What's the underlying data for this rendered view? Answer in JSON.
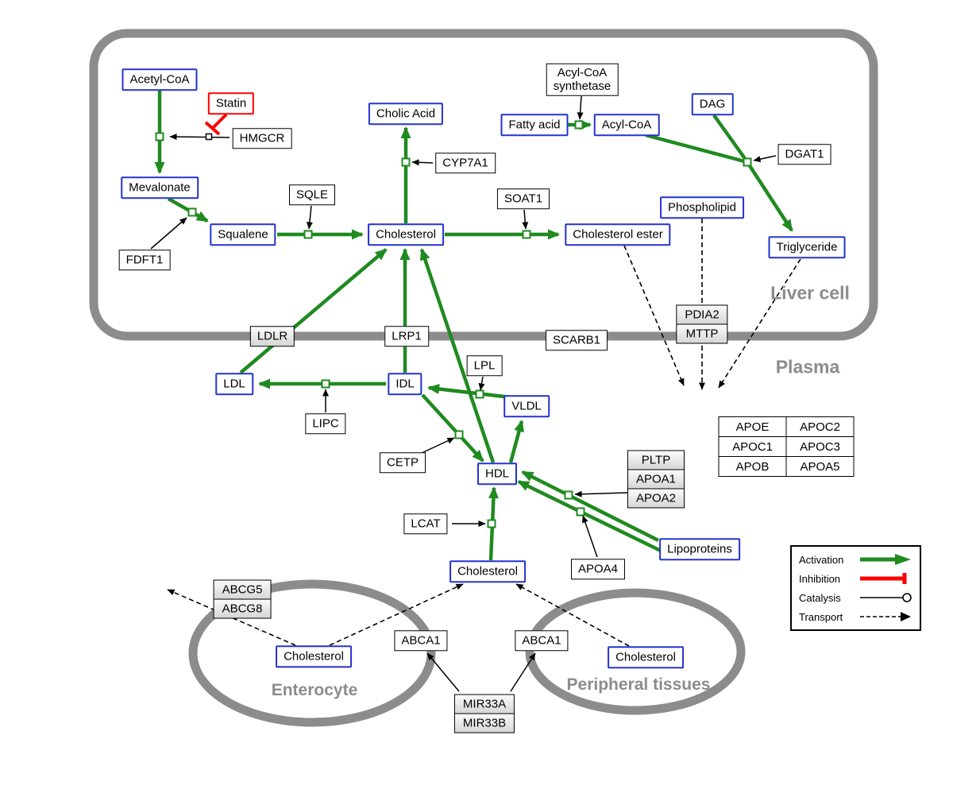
{
  "compartments": {
    "liver_cell": "Liver cell",
    "plasma": "Plasma",
    "enterocyte": "Enterocyte",
    "peripheral_tissues": "Peripheral tissues"
  },
  "metabolites": {
    "acetyl_coa": "Acetyl-CoA",
    "mevalonate": "Mevalonate",
    "squalene": "Squalene",
    "cholesterol_liver": "Cholesterol",
    "cholic_acid": "Cholic Acid",
    "fatty_acid": "Fatty acid",
    "acyl_coa": "Acyl-CoA",
    "dag": "DAG",
    "phospholipid": "Phospholipid",
    "cholesterol_ester": "Cholesterol ester",
    "triglyceride": "Triglyceride",
    "ldl": "LDL",
    "idl": "IDL",
    "vldl": "VLDL",
    "hdl": "HDL",
    "cholesterol_plasma": "Cholesterol",
    "lipoproteins": "Lipoproteins",
    "cholesterol_enterocyte": "Cholesterol",
    "cholesterol_peripheral": "Cholesterol"
  },
  "drugs": {
    "statin": "Statin"
  },
  "enzymes": {
    "hmgcr": "HMGCR",
    "fdft1": "FDFT1",
    "sqle": "SQLE",
    "cyp7a1": "CYP7A1",
    "soat1": "SOAT1",
    "acyl_coa_synthetase": {
      "line1": "Acyl-CoA",
      "line2": "synthetase"
    },
    "dgat1": "DGAT1",
    "pdia2": "PDIA2",
    "mttp": "MTTP",
    "ldlr": "LDLR",
    "lrp1": "LRP1",
    "scarb1": "SCARB1",
    "lipc": "LIPC",
    "lpl": "LPL",
    "cetp": "CETP",
    "lcat": "LCAT",
    "pltp": "PLTP",
    "apoa1": "APOA1",
    "apoa2": "APOA2",
    "apoa4": "APOA4",
    "abcg5": "ABCG5",
    "abcg8": "ABCG8",
    "abca1": "ABCA1",
    "mir33a": "MIR33A",
    "mir33b": "MIR33B"
  },
  "apolipoprotein_table": [
    [
      "APOE",
      "APOC2"
    ],
    [
      "APOC1",
      "APOC3"
    ],
    [
      "APOB",
      "APOA5"
    ]
  ],
  "legend": {
    "activation": "Activation",
    "inhibition": "Inhibition",
    "catalysis": "Catalysis",
    "transport": "Transport"
  },
  "colors": {
    "activation_green": "#1f8a1f",
    "inhibition_red": "#ff0000",
    "metabolite_border_blue": "#2433cf",
    "compartment_gray": "#8c8c8c"
  }
}
